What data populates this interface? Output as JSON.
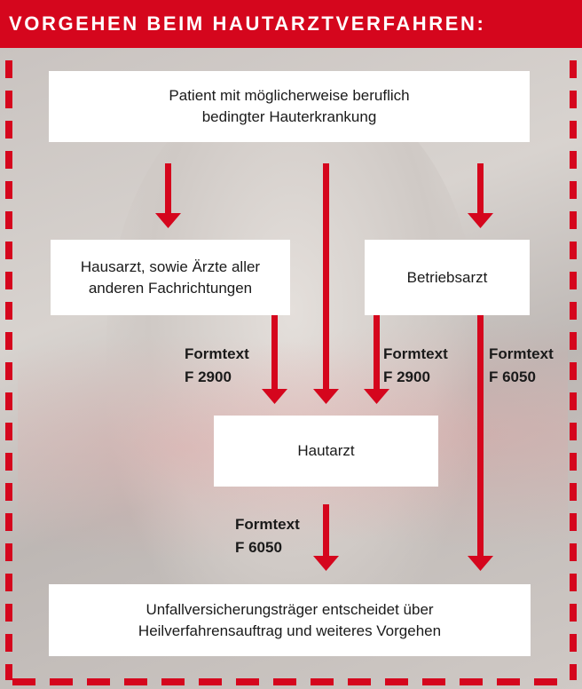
{
  "header": {
    "title": "VORGEHEN BEIM HAUTARZTVERFAHREN:"
  },
  "colors": {
    "accent": "#d5061d",
    "box": "#ffffff",
    "text": "#1a1a1a"
  },
  "nodes": {
    "patient": {
      "line1": "Patient mit möglicherweise beruflich",
      "line2": "bedingter Hauterkrankung"
    },
    "hausarzt": {
      "line1": "Hausarzt, sowie Ärzte aller",
      "line2": "anderen Fachrichtungen"
    },
    "betriebsarzt": {
      "line1": "Betriebsarzt"
    },
    "hautarzt": {
      "line1": "Hautarzt"
    },
    "uv_traeger": {
      "line1": "Unfallversicherungsträger entscheidet über",
      "line2": "Heilverfahrensauftrag und weiteres Vorgehen"
    }
  },
  "edge_labels": {
    "hausarzt_to_hautarzt": {
      "line1": "Formtext",
      "line2": "F 2900"
    },
    "betriebsarzt_to_hautarzt": {
      "line1": "Formtext",
      "line2": "F 2900"
    },
    "betriebsarzt_to_uv": {
      "line1": "Formtext",
      "line2": "F 6050"
    },
    "hautarzt_to_uv": {
      "line1": "Formtext",
      "line2": "F 6050"
    }
  }
}
